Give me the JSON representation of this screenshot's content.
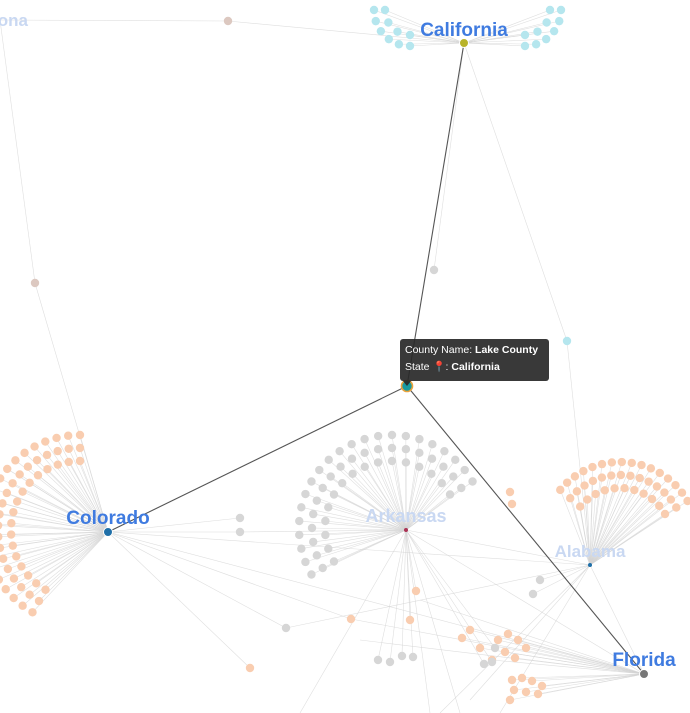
{
  "colors": {
    "label_active": "#3f7be0",
    "label_faded": "#c9d8f2",
    "peach": "#f9cdb0",
    "cyan": "#b5e6ee",
    "gray": "#d6d6d6",
    "taupe": "#dcc8c0",
    "highlight_node": "#1a9aa0",
    "california_node": "#b8b32a",
    "colorado_node": "#1f6fa8",
    "florida_node": "#777777"
  },
  "hubs": [
    {
      "id": "partial",
      "label": "ona",
      "faded": true
    },
    {
      "id": "california",
      "label": "California",
      "faded": false
    },
    {
      "id": "colorado",
      "label": "Colorado",
      "faded": false
    },
    {
      "id": "arkansas",
      "label": "Arkansas",
      "faded": true
    },
    {
      "id": "alabama",
      "label": "Alabama",
      "faded": true
    },
    {
      "id": "florida",
      "label": "Florida",
      "faded": false
    }
  ],
  "tooltip": {
    "county_key": "County Name: ",
    "county_value": "Lake County",
    "state_key": "State ",
    "state_icon": "📍",
    "state_sep": ": ",
    "state_value": "California"
  }
}
